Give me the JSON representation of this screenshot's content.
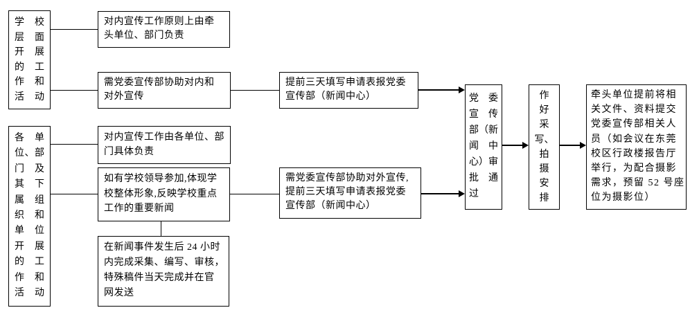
{
  "meta": {
    "title": "宣传工作流程图",
    "colors": {
      "foreground": "#000000",
      "background": "#ffffff",
      "line": "#000000"
    }
  },
  "flowchart": {
    "boxes": {
      "school_level": {
        "lines": [
          "学校",
          "层面",
          "开展",
          "的工",
          "作和",
          "活动"
        ]
      },
      "units": {
        "lines": [
          "各单",
          "位、部",
          "门及",
          "其下",
          "属组",
          "织和",
          "单位",
          "开展",
          "的工",
          "作和",
          "活动"
        ]
      },
      "internal_lead": {
        "lines": [
          "对内宣传工作原则上由牵",
          "头单位、部门负责"
        ]
      },
      "need_assist_both": {
        "lines": [
          "需党委宣传部协助对内和",
          "对外宣传"
        ]
      },
      "internal_unit": {
        "lines": [
          "对内宣传工作由各单位、部",
          "门具体负责"
        ]
      },
      "important_news": {
        "lines": [
          "如有学校领导参加,体现学",
          "校整体形象,反映学校重点",
          "工作的重要新闻"
        ]
      },
      "deadline_24h": {
        "lines": [
          "在新闻事件发生后 24 小时",
          "内完成采集、编写、审核，",
          "特殊稿件当天完成并在官",
          "网发送"
        ]
      },
      "apply_3days": {
        "lines": [
          "提前三天填写申请表报党委",
          "宣传部（新闻中心）"
        ]
      },
      "external_apply": {
        "lines": [
          "需党委宣传部协助对外宣传,",
          "提前三天填写申请表报党委",
          "宣传部（新闻中心）"
        ]
      },
      "approval": {
        "lines": [
          "党委",
          "宣传",
          "部（新",
          "闻中",
          "心）审",
          "批通",
          "过"
        ]
      },
      "arrange": {
        "lines": [
          "作",
          "好",
          "采",
          "写、",
          "拍",
          "摄",
          "安",
          "排"
        ]
      },
      "materials": {
        "lines": [
          "牵头单位提前将相",
          "关文件、资料提交",
          "党委宣传部相关人",
          "员（如会议在东莞",
          "校区行政楼报告厅",
          "举行，为配合摄影",
          "需求，预留 52 号座",
          "位为摄影位）"
        ]
      }
    }
  }
}
